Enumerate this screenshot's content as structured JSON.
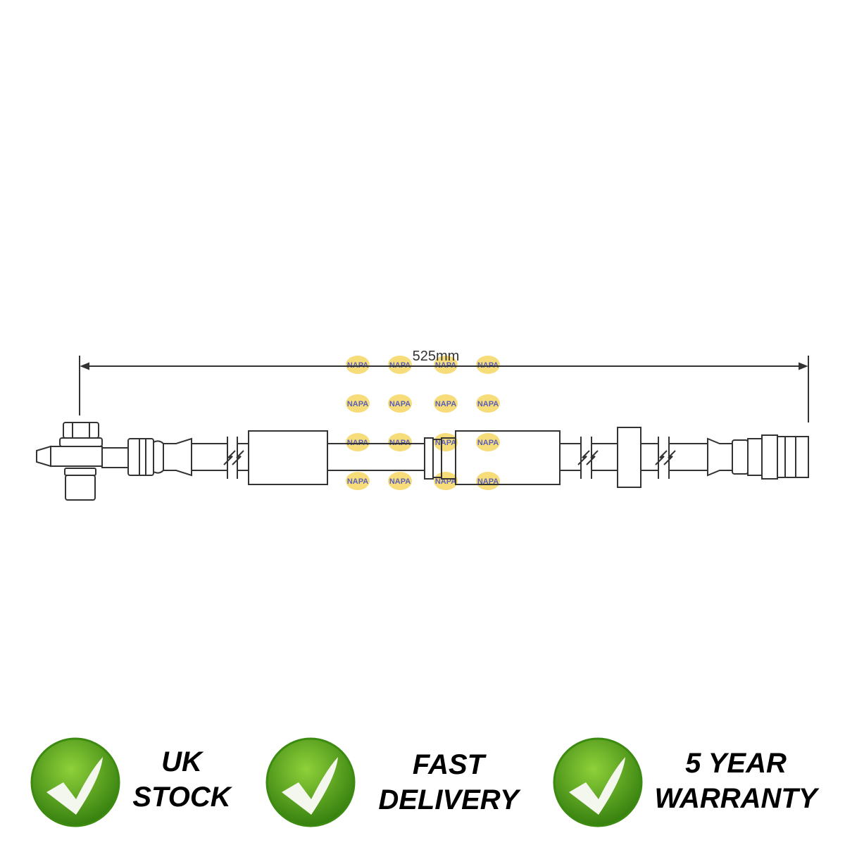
{
  "diagram": {
    "dimension_label": "525mm",
    "watermark_text": "NAPA"
  },
  "badges": [
    {
      "line1": "UK",
      "line2": "STOCK",
      "icon": "check-icon"
    },
    {
      "line1": "FAST",
      "line2": "DELIVERY",
      "icon": "check-icon"
    },
    {
      "line1": "5 YEAR",
      "line2": "WARRANTY",
      "icon": "check-icon"
    }
  ],
  "colors": {
    "badge_green": "#4f9a1c",
    "line": "#333333"
  }
}
